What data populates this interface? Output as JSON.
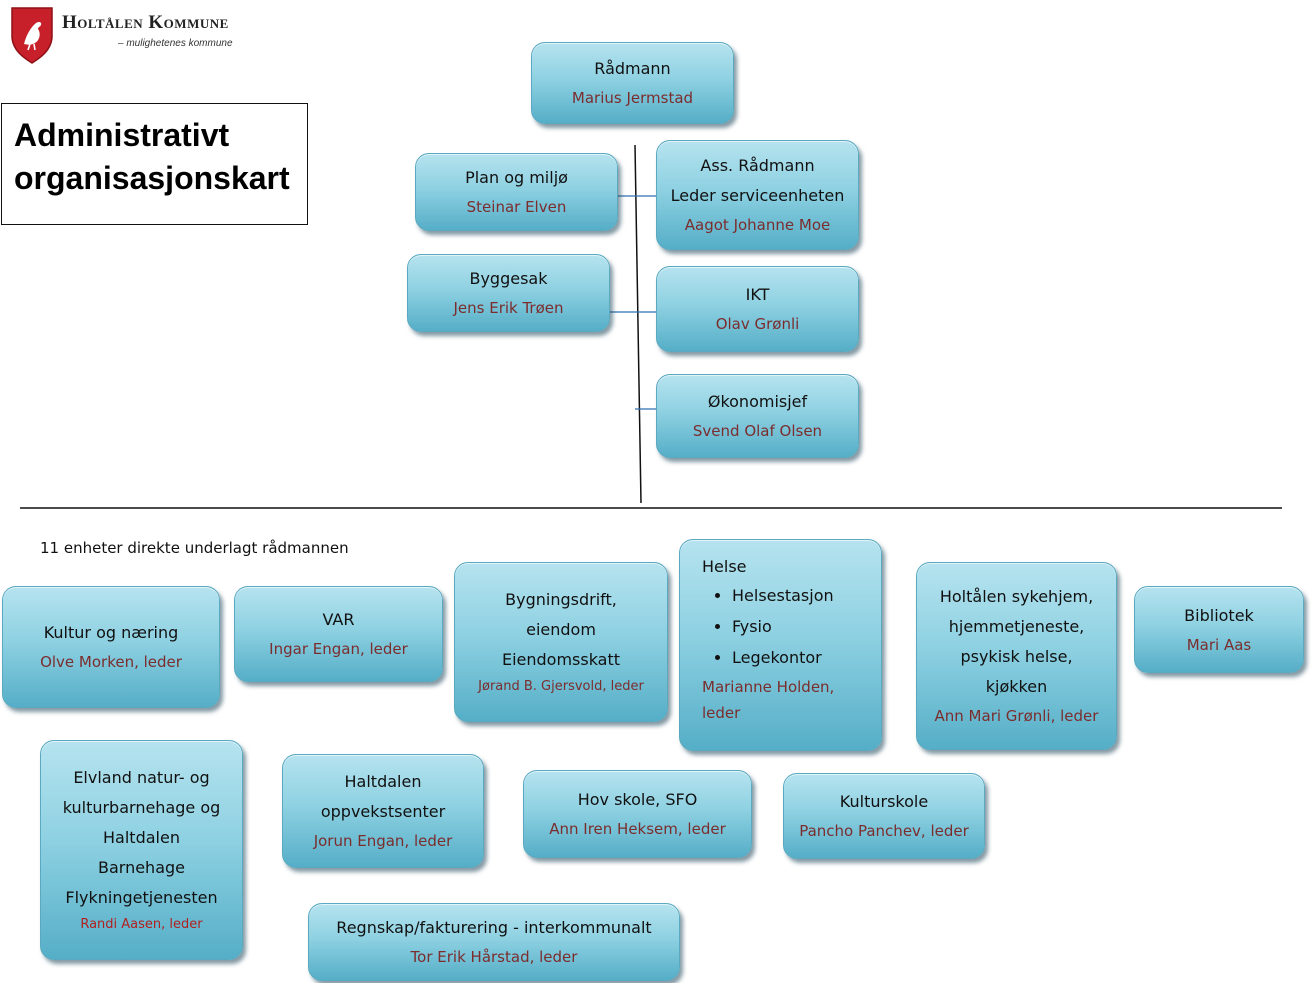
{
  "header": {
    "org_name": "Holtålen Kommune",
    "tagline": "– mulighetenes kommune",
    "logo_icon": "bird-shield-icon"
  },
  "title": {
    "line1": "Administrativt",
    "line2": "organisasjonskart"
  },
  "top": {
    "radmann": {
      "title": "Rådmann",
      "person": "Marius Jermstad"
    },
    "plan": {
      "title": "Plan og miljø",
      "person": "Steinar Elven"
    },
    "bygg": {
      "title": "Byggesak",
      "person": "Jens Erik Trøen"
    },
    "ass": {
      "title1": "Ass. Rådmann",
      "title2": "Leder serviceenheten",
      "person": "Aagot Johanne Moe"
    },
    "ikt": {
      "title": "IKT",
      "person": "Olav Grønli"
    },
    "okonomi": {
      "title": "Økonomisjef",
      "person": "Svend Olaf Olsen"
    }
  },
  "units_label": "11 enheter direkte underlagt rådmannen",
  "units": {
    "kultur": {
      "title": "Kultur og næring",
      "person": "Olve Morken, leder"
    },
    "var": {
      "title": "VAR",
      "person": "Ingar Engan, leder"
    },
    "bygningsdrift": {
      "title1": "Bygningsdrift,",
      "title2": "eiendom",
      "title3": "Eiendomsskatt",
      "person": "Jørand B. Gjersvold, leder"
    },
    "helse": {
      "title": "Helse",
      "items": [
        "Helsestasjon",
        "Fysio",
        "Legekontor"
      ],
      "person1": "Marianne Holden,",
      "person2": "leder"
    },
    "sykehjem": {
      "title1": "Holtålen sykehjem,",
      "title2": "hjemmetjeneste,",
      "title3": "psykisk helse,",
      "title4": "kjøkken",
      "person": "Ann Mari Grønli, leder"
    },
    "bibliotek": {
      "title": "Bibliotek",
      "person": "Mari Aas"
    },
    "elvland": {
      "title1": "Elvland natur- og",
      "title2": "kulturbarnehage og",
      "title3": "Haltdalen",
      "title4": "Barnehage",
      "title5": "Flykningetjenesten",
      "person": "Randi Aasen, leder"
    },
    "haltdalen": {
      "title1": "Haltdalen",
      "title2": "oppvekstsenter",
      "person": "Jorun Engan, leder"
    },
    "hov": {
      "title": "Hov skole, SFO",
      "person": "Ann Iren Heksem, leder"
    },
    "kulturskole": {
      "title": "Kulturskole",
      "person": "Pancho Panchev, leder"
    },
    "regnskap": {
      "title": "Regnskap/fakturering - interkommunalt",
      "person": "Tor Erik Hårstad, leder"
    }
  },
  "colors": {
    "box_light": "#b6e3ef",
    "box_dark": "#55aec7",
    "person_text": "#7b2d2d",
    "person_text_red": "#b21f1f",
    "connector": "#2f6fb3"
  }
}
